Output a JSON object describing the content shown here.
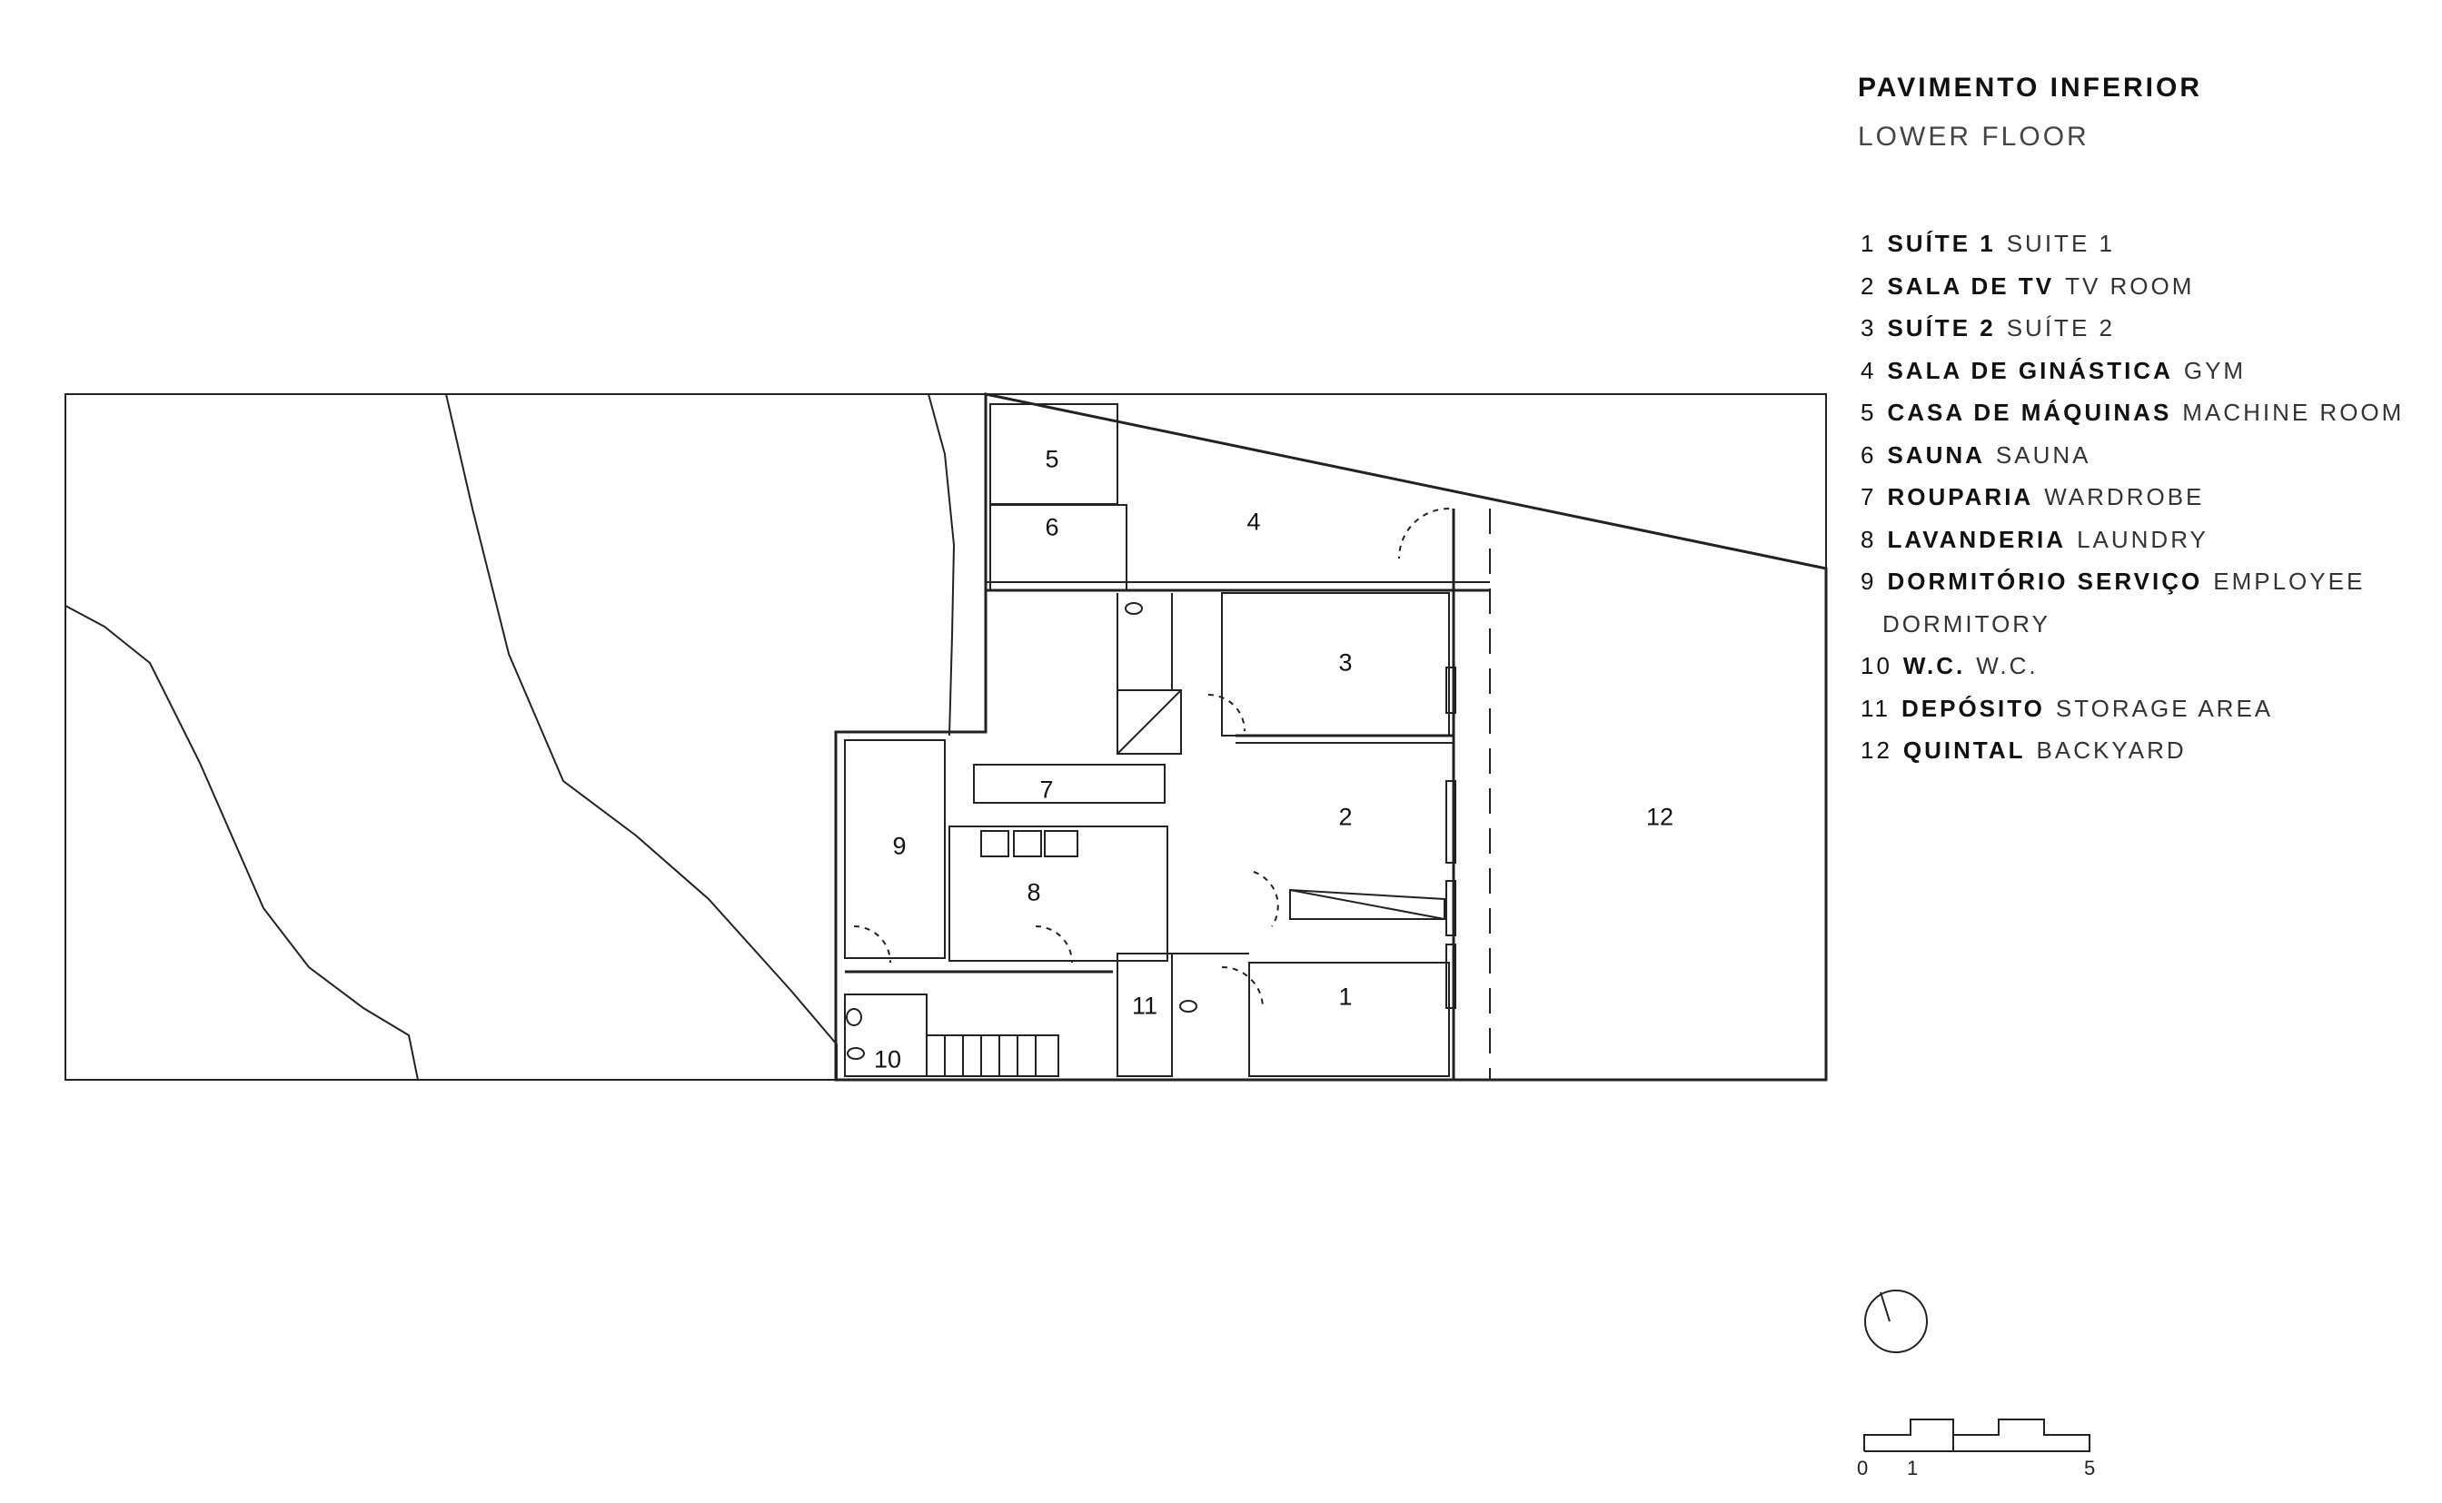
{
  "title": "PAVIMENTO INFERIOR",
  "subtitle": "LOWER FLOOR",
  "legend": [
    {
      "num": "1",
      "pt": "SUÍTE 1",
      "en": "SUITE 1"
    },
    {
      "num": "2",
      "pt": "SALA DE TV",
      "en": "TV ROOM"
    },
    {
      "num": "3",
      "pt": "SUÍTE 2",
      "en": "SUÍTE 2"
    },
    {
      "num": "4",
      "pt": "SALA DE GINÁSTICA",
      "en": "GYM"
    },
    {
      "num": "5",
      "pt": "CASA DE MÁQUINAS",
      "en": "MACHINE ROOM"
    },
    {
      "num": "6",
      "pt": "SAUNA",
      "en": "SAUNA"
    },
    {
      "num": "7",
      "pt": "ROUPARIA",
      "en": "WARDROBE"
    },
    {
      "num": "8",
      "pt": "LAVANDERIA",
      "en": "LAUNDRY"
    },
    {
      "num": "9",
      "pt": "DORMITÓRIO SERVIÇO",
      "en": "EMPLOYEE"
    },
    {
      "num": "",
      "pt": "",
      "en": "DORMITORY"
    },
    {
      "num": "10",
      "pt": "W.C.",
      "en": "W.C."
    },
    {
      "num": "11",
      "pt": "DEPÓSITO",
      "en": "STORAGE AREA"
    },
    {
      "num": "12",
      "pt": "QUINTAL",
      "en": "BACKYARD"
    }
  ],
  "room_labels": {
    "r1": "1",
    "r2": "2",
    "r3": "3",
    "r4": "4",
    "r5": "5",
    "r6": "6",
    "r7": "7",
    "r8": "8",
    "r9": "9",
    "r10": "10",
    "r11": "11",
    "r12": "12"
  },
  "scale": {
    "l0": "0",
    "l1": "1",
    "l5": "5"
  }
}
